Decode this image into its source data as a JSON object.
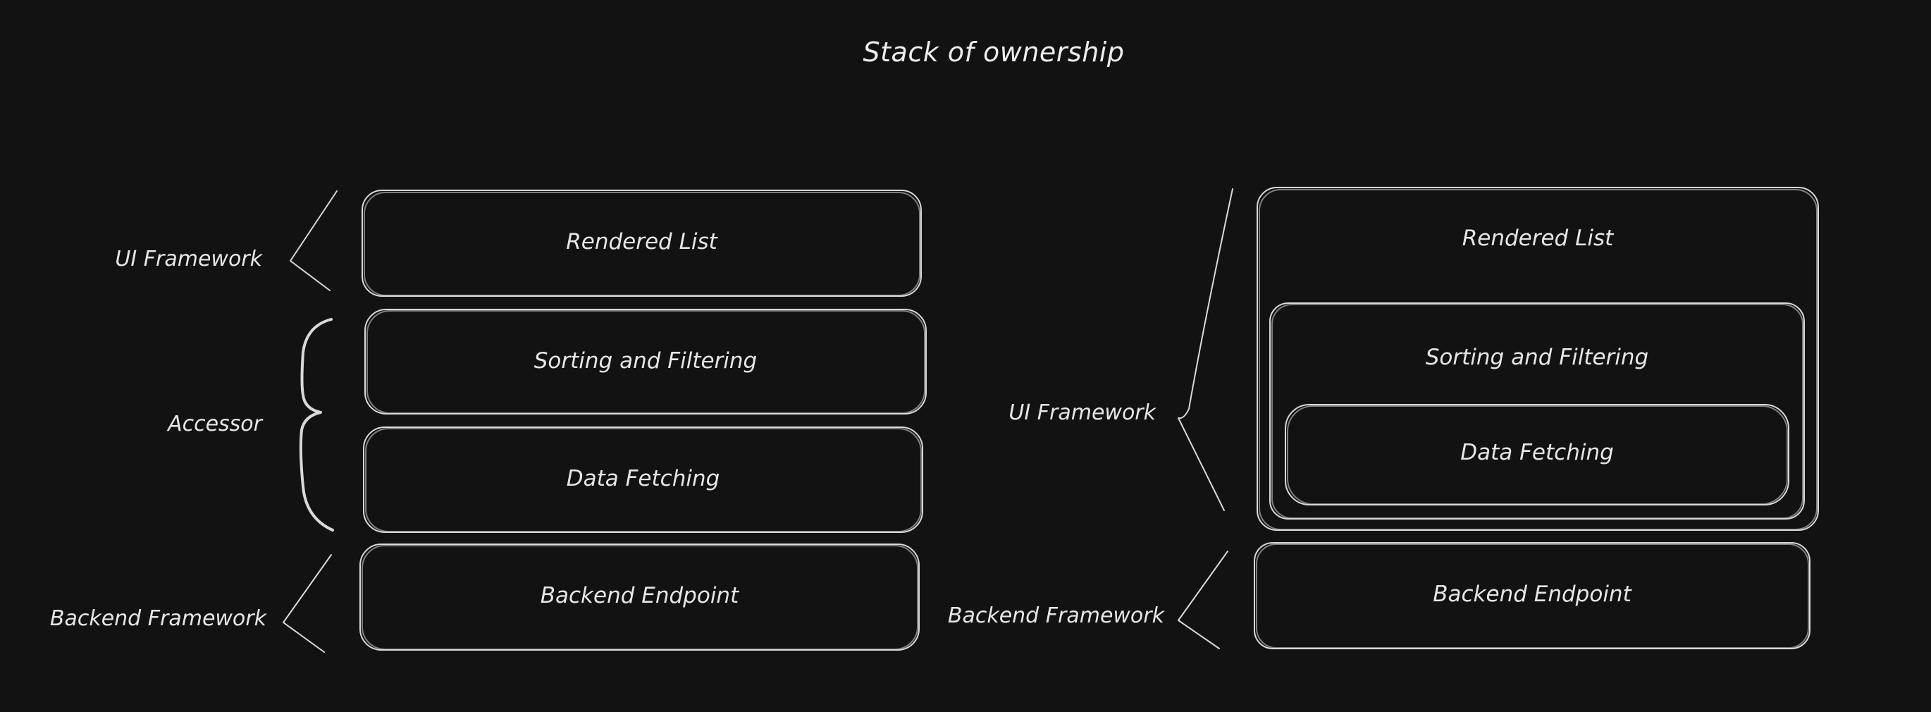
{
  "title": "Stack of ownership",
  "colors": {
    "background": "#121212",
    "stroke": "#d9d9d9",
    "text": "#e6e6e6"
  },
  "left_stack": {
    "boxes": [
      {
        "label": "Rendered List"
      },
      {
        "label": "Sorting and Filtering"
      },
      {
        "label": "Data Fetching"
      },
      {
        "label": "Backend Endpoint"
      }
    ],
    "groups": [
      {
        "label": "UI Framework"
      },
      {
        "label": "Accessor"
      },
      {
        "label": "Backend Framework"
      }
    ]
  },
  "right_stack": {
    "boxes": [
      {
        "label": "Rendered List"
      },
      {
        "label": "Sorting and Filtering"
      },
      {
        "label": "Data Fetching"
      },
      {
        "label": "Backend Endpoint"
      }
    ],
    "groups": [
      {
        "label": "UI Framework"
      },
      {
        "label": "Backend Framework"
      }
    ]
  }
}
